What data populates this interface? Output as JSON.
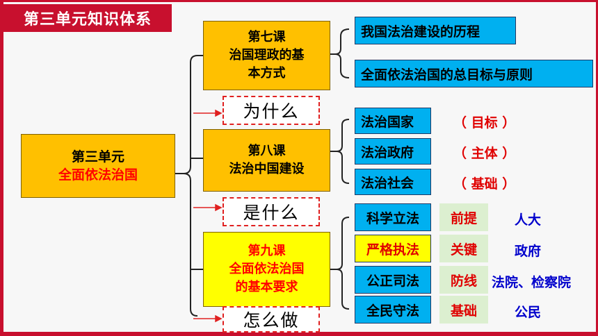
{
  "header": {
    "title": "第三单元知识体系"
  },
  "unit": {
    "line1": "第三单元",
    "line2": "全面依法治国"
  },
  "lesson7": {
    "line1": "第七课",
    "line2": "治国理政的基",
    "line3": "本方式"
  },
  "lesson8": {
    "line1": "第八课",
    "line2": "法治中国建设"
  },
  "lesson9": {
    "line1": "第九课",
    "line2": "全面依法治国",
    "line3": "的基本要求"
  },
  "questions": {
    "why": "为什么",
    "what": "是什么",
    "how": "怎么做"
  },
  "lesson7_items": [
    "我国法治建设的历程",
    "全面依法治国的总目标与原则"
  ],
  "lesson8_items": [
    {
      "label": "法治国家",
      "note": "（ 目标 ）"
    },
    {
      "label": "法治政府",
      "note": "（ 主体 ）"
    },
    {
      "label": "法治社会",
      "note": "（ 基础 ）"
    }
  ],
  "lesson9_items": [
    {
      "label": "科学立法",
      "role": "前提",
      "actor": "人大"
    },
    {
      "label": "严格执法",
      "role": "关键",
      "actor": "政府"
    },
    {
      "label": "公正司法",
      "role": "防线",
      "actor": "法院、检察院"
    },
    {
      "label": "全民守法",
      "role": "基础",
      "actor": "公民"
    }
  ],
  "colors": {
    "accent": "#c8102e",
    "lesson": "#ffc000",
    "item": "#00b0f0",
    "highlight": "#ffff00",
    "role_bg": "#dcefd0"
  }
}
